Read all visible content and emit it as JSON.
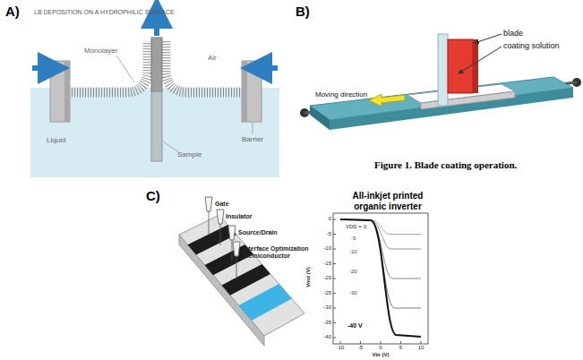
{
  "diagram": {
    "labels": [
      "A)",
      "LB DEPOSITION ON A HYDROPHILIC SURFACE",
      "Monolayer",
      "Air",
      "Liquid",
      "Sample",
      "Barrier",
      "B)",
      "blade",
      "coating solution",
      "Moving direction",
      "Figure 1. Blade coating operation.",
      "C)",
      "Gate",
      "Insulator",
      "Source/Drain",
      "Interface Optimization /Semiconductor",
      "All-inkjet printed organic inverter",
      "VDD =",
      "0",
      "-5",
      "-10",
      "-20",
      "-30",
      "-40 V",
      "0",
      "-5",
      "-10",
      "-15",
      "-20",
      "-25",
      "-30",
      "-35",
      "-40",
      "-10",
      "-5",
      "0",
      "5",
      "10",
      "Vout (V)",
      "Vin (V)"
    ]
  }
}
